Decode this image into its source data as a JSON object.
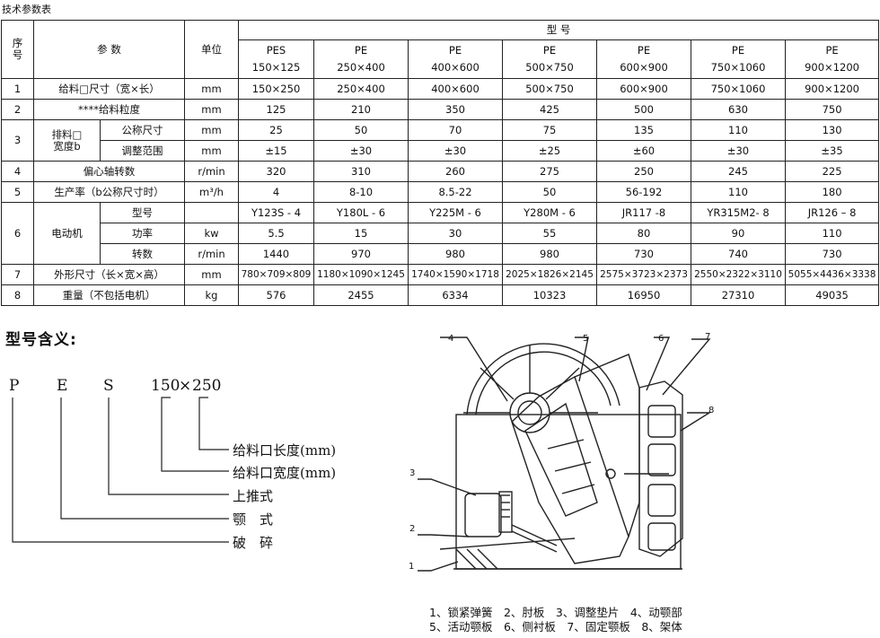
{
  "caption": "技术参数表",
  "table": {
    "header": {
      "no": "序\n号",
      "no_top": "序",
      "no_bottom": "号",
      "param": "参 数",
      "unit": "单位",
      "model_group": "型    号",
      "models": [
        {
          "type": "PES",
          "size": "150×125"
        },
        {
          "type": "PE",
          "size": "250×400"
        },
        {
          "type": "PE",
          "size": "400×600"
        },
        {
          "type": "PE",
          "size": "500×750"
        },
        {
          "type": "PE",
          "size": "600×900"
        },
        {
          "type": "PE",
          "size": "750×1060"
        },
        {
          "type": "PE",
          "size": "900×1200"
        }
      ]
    },
    "rows": {
      "r1": {
        "no": "1",
        "label": "给料□尺寸（宽×长）",
        "unit": "mm",
        "values": [
          "150×250",
          "250×400",
          "400×600",
          "500×750",
          "600×900",
          "750×1060",
          "900×1200"
        ]
      },
      "r2": {
        "no": "2",
        "label": "****给料粒度",
        "unit": "mm",
        "values": [
          "125",
          "210",
          "350",
          "425",
          "500",
          "630",
          "750"
        ]
      },
      "r3": {
        "no": "3",
        "group_a": "排料□",
        "group_b": "宽度b",
        "sub1": {
          "label": "公称尺寸",
          "unit": "mm",
          "values": [
            "25",
            "50",
            "70",
            "75",
            "135",
            "110",
            "130"
          ]
        },
        "sub2": {
          "label": "调整范围",
          "unit": "mm",
          "values": [
            "±15",
            "±30",
            "±30",
            "±25",
            "±60",
            "±30",
            "±35"
          ]
        }
      },
      "r4": {
        "no": "4",
        "label": "偏心轴转数",
        "unit": "r/min",
        "values": [
          "320",
          "310",
          "260",
          "275",
          "250",
          "245",
          "225"
        ]
      },
      "r5": {
        "no": "5",
        "label": "生产率（b公称尺寸时）",
        "unit": "m³/h",
        "values": [
          "4",
          "8-10",
          "8.5-22",
          "50",
          "56-192",
          "110",
          "180"
        ]
      },
      "r6": {
        "no": "6",
        "group": "电动机",
        "sub1": {
          "label": "型号",
          "unit": "",
          "values": [
            "Y123S - 4",
            "Y180L - 6",
            "Y225M - 6",
            "Y280M - 6",
            "JR117 -8",
            "YR315M2- 8",
            "JR126 – 8"
          ]
        },
        "sub2": {
          "label": "功率",
          "unit": "kw",
          "values": [
            "5.5",
            "15",
            "30",
            "55",
            "80",
            "90",
            "110"
          ]
        },
        "sub3": {
          "label": "转数",
          "unit": "r/min",
          "values": [
            "1440",
            "970",
            "980",
            "980",
            "730",
            "740",
            "730"
          ]
        }
      },
      "r7": {
        "no": "7",
        "label": "外形尺寸（长×宽×高）",
        "unit": "mm",
        "values": [
          "780×709×809",
          "1180×1090×1245",
          "1740×1590×1718",
          "2025×1826×2145",
          "2575×3723×2373",
          "2550×2322×3110",
          "5055×4436×3338"
        ]
      },
      "r8": {
        "no": "8",
        "label": "重量（不包括电机）",
        "unit": "kg",
        "values": [
          "576",
          "2455",
          "6334",
          "10323",
          "16950",
          "27310",
          "49035"
        ]
      }
    }
  },
  "meaning": {
    "title": "型号含义:",
    "letters": [
      "P",
      "E",
      "S"
    ],
    "dim_w": "150",
    "dim_times": "×",
    "dim_l": "250",
    "labels": [
      "给料口长度(mm)",
      "给料口宽度(mm)",
      "上推式",
      "颚　式",
      "破　碎"
    ]
  },
  "figure": {
    "callouts": [
      "1",
      "2",
      "3",
      "4",
      "5",
      "6",
      "7",
      "8"
    ],
    "legend_line1": "1、锁紧弹簧　2、肘板　3、调整垫片　4、动颚部",
    "legend_line2": "5、活动颚板　6、侧衬板　7、固定颚板　8、架体"
  }
}
